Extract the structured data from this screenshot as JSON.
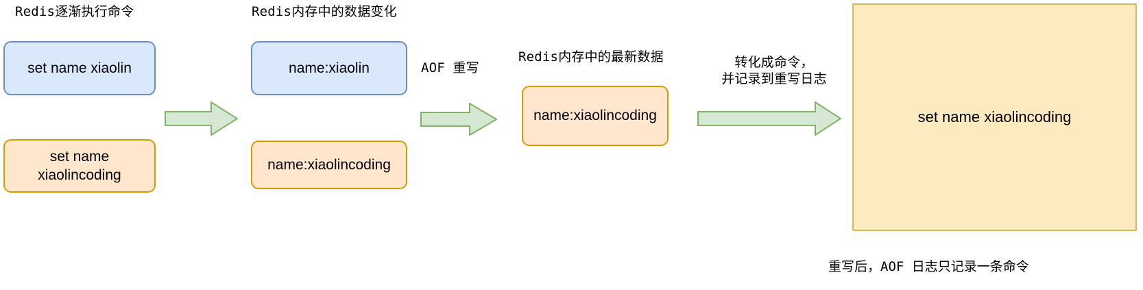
{
  "diagram": {
    "title_col1": "Redis逐渐执行命令",
    "title_col2": "Redis内存中的数据变化",
    "title_col3": "Redis内存中的最新数据",
    "arrow2_label": "AOF 重写",
    "arrow3_label_line1": "转化成命令，",
    "arrow3_label_line2": "并记录到重写日志",
    "caption": "重写后，AOF 日志只记录一条命令",
    "nodes": {
      "cmd_set_xiaolin": "set name xiaolin",
      "cmd_set_xiaolincoding_line1": "set name",
      "cmd_set_xiaolincoding_line2": "xiaolincoding",
      "mem_name_xiaolin": "name:xiaolin",
      "mem_name_xiaolincoding": "name:xiaolincoding",
      "mem_latest_name_xiaolincoding": "name:xiaolincoding",
      "aof_log_command": "set name xiaolincoding"
    },
    "colors": {
      "blue_fill": "#dae8fc",
      "blue_stroke": "#6c8ebf",
      "orange_fill": "#ffe6cc",
      "orange_stroke": "#d79b00",
      "green_fill": "#d5e8d4",
      "green_stroke": "#82b366",
      "yellow_fill": "#fdebbf",
      "yellow_stroke": "#d6b656",
      "text": "#000000",
      "background": "#ffffff"
    }
  }
}
